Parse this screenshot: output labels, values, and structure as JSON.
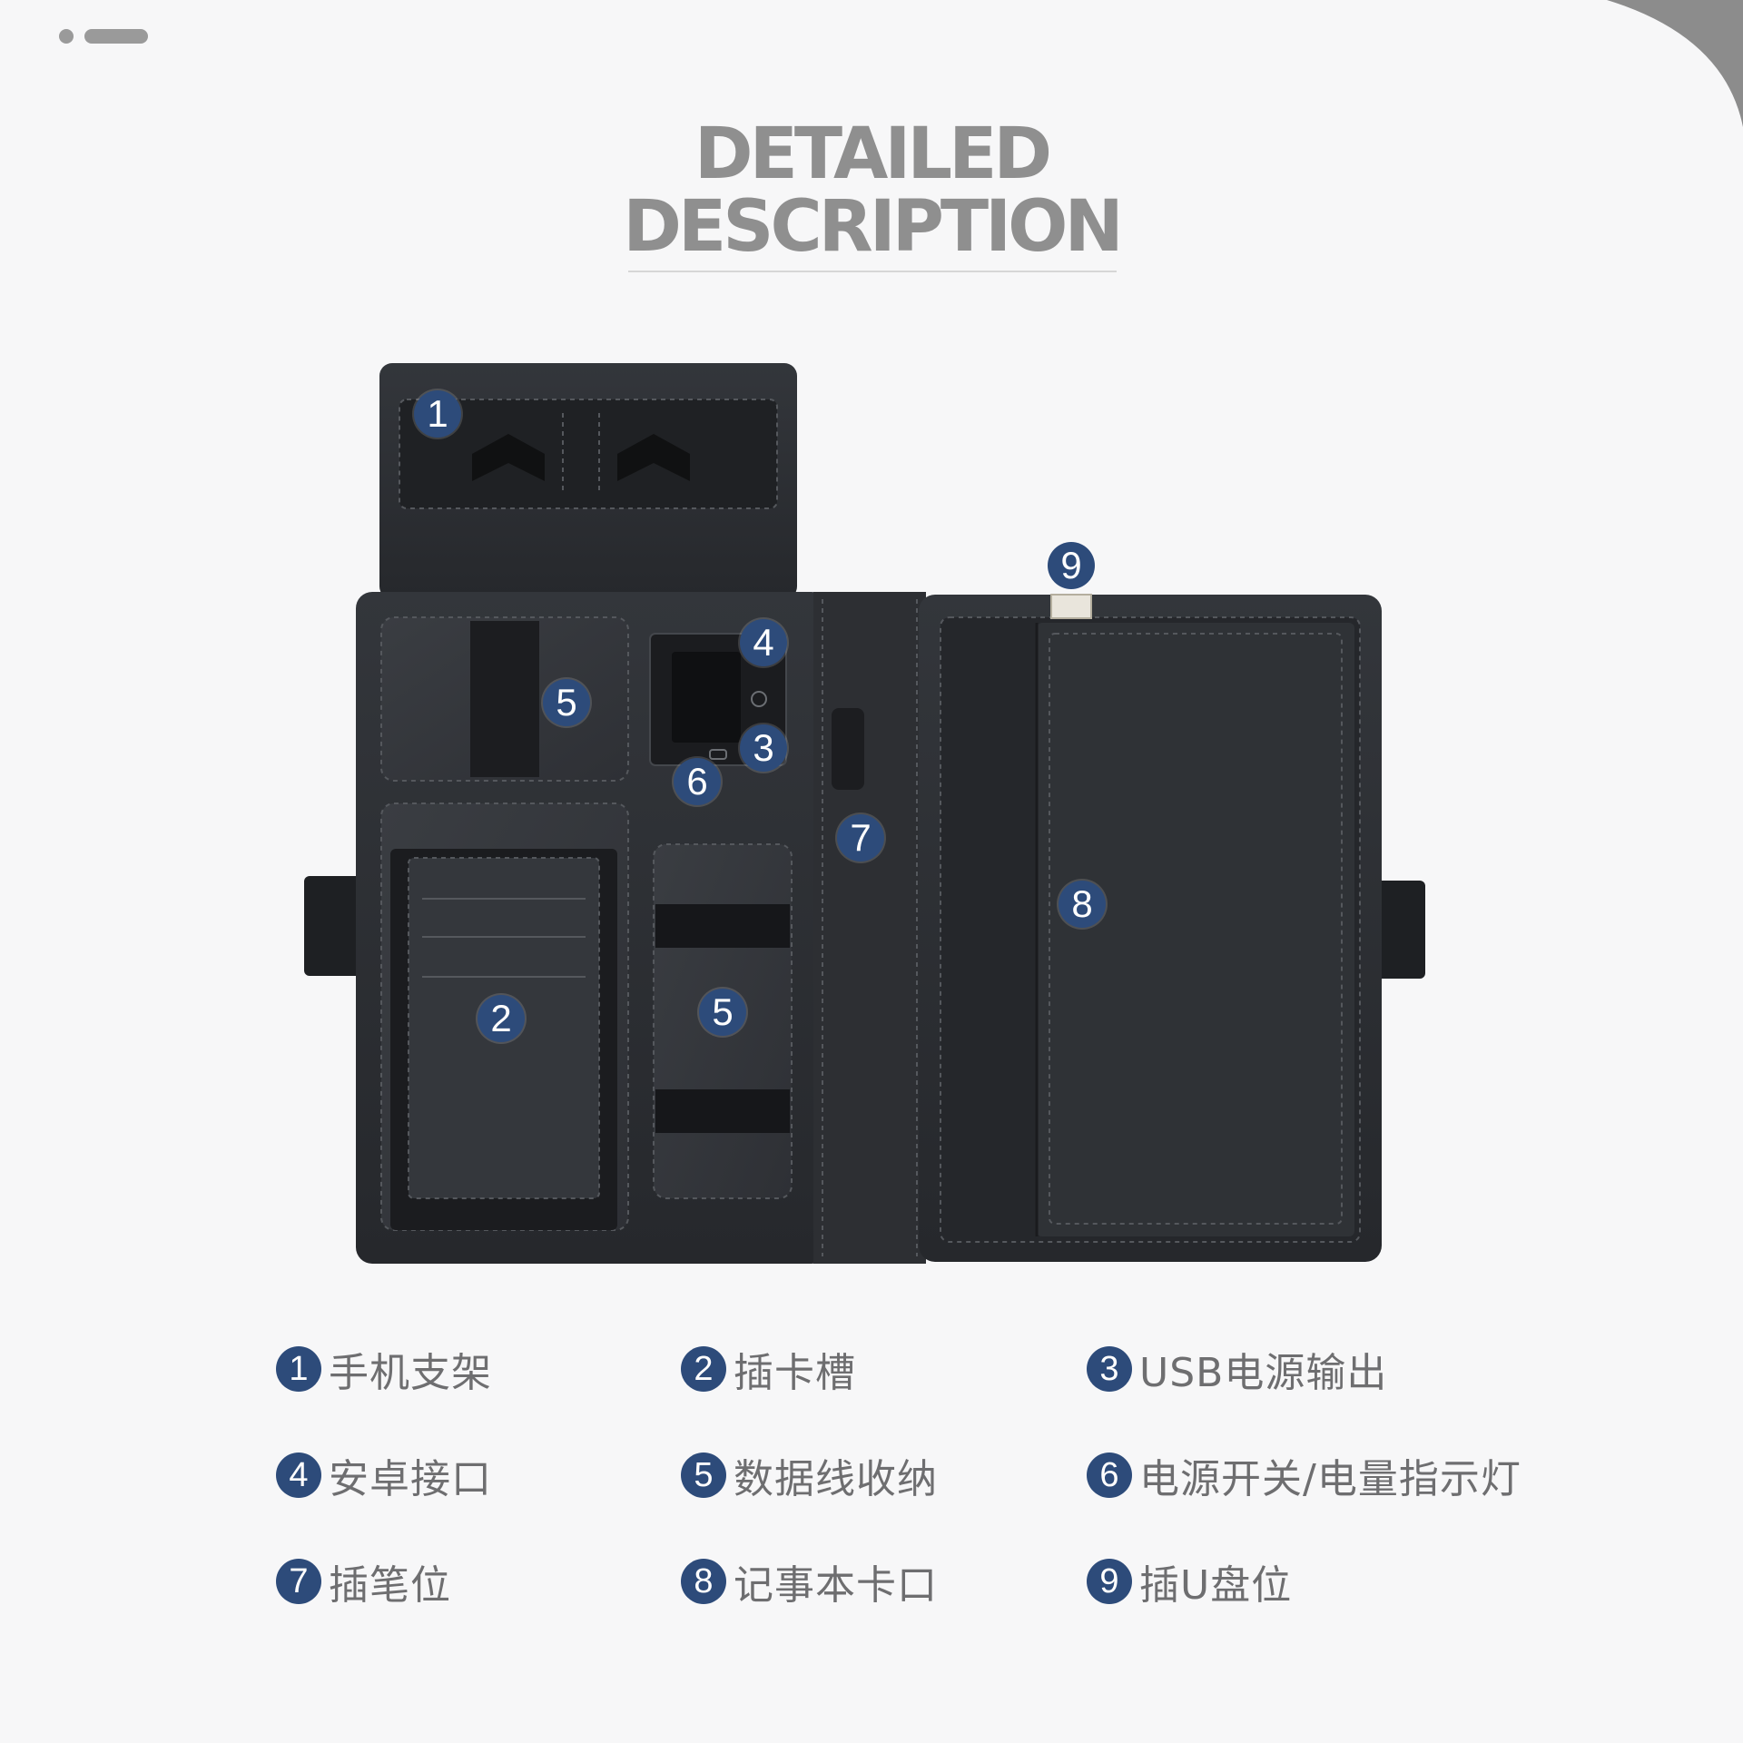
{
  "header": {
    "title_line1": "DETAILED",
    "title_line2": "DESCRIPTION"
  },
  "markers": [
    "1",
    "2",
    "3",
    "4",
    "5",
    "5",
    "6",
    "7",
    "8",
    "9"
  ],
  "legend": [
    {
      "num": "1",
      "text": "手机支架"
    },
    {
      "num": "2",
      "text": "插卡槽"
    },
    {
      "num": "3",
      "text": "USB电源输出"
    },
    {
      "num": "4",
      "text": "安卓接口"
    },
    {
      "num": "5",
      "text": "数据线收纳"
    },
    {
      "num": "6",
      "text": "电源开关/电量指示灯"
    },
    {
      "num": "7",
      "text": "插笔位"
    },
    {
      "num": "8",
      "text": "记事本卡口"
    },
    {
      "num": "9",
      "text": "插U盘位"
    }
  ],
  "colors": {
    "background": "#f7f7f8",
    "marker": "#2d4b7a",
    "title": "#8f8f8f",
    "legend_text": "#6e6e70",
    "leather": "#2b2d31"
  }
}
